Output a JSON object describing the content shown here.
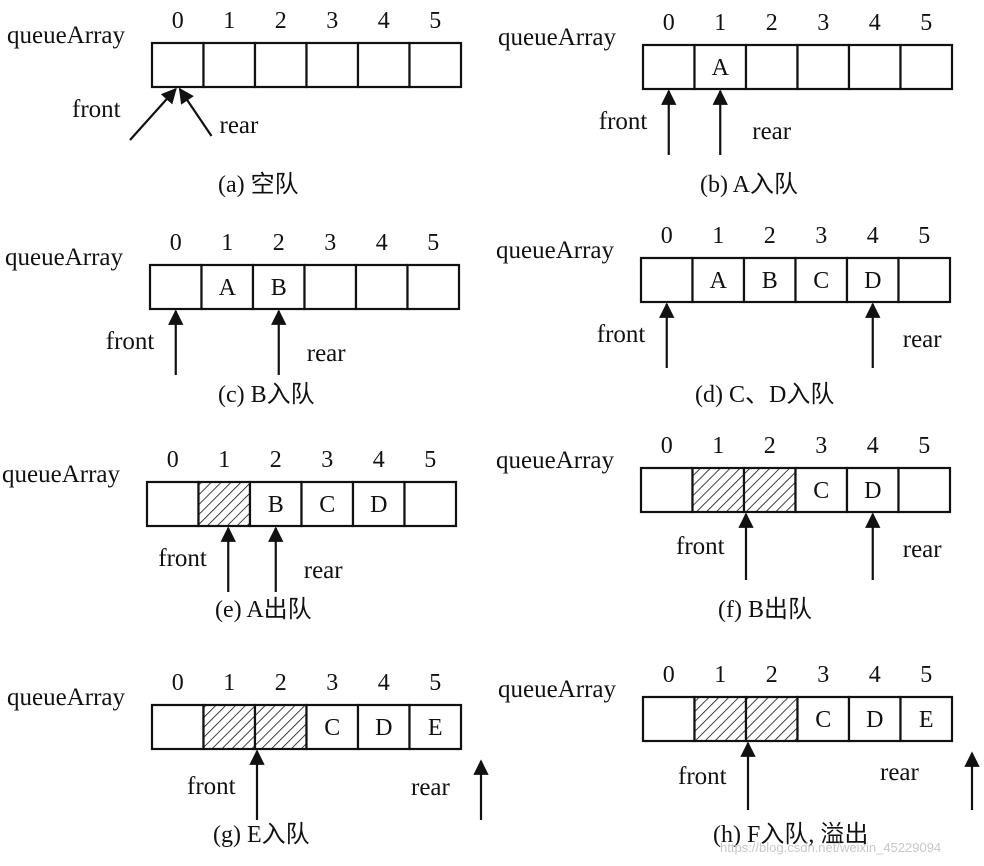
{
  "array_name": "queueArray",
  "indices": [
    "0",
    "1",
    "2",
    "3",
    "4",
    "5"
  ],
  "pointer_labels": {
    "front": "front",
    "rear": "rear"
  },
  "panels": [
    {
      "id": "a",
      "caption": "(a)  空队",
      "cells": [
        "",
        "",
        "",
        "",
        "",
        ""
      ],
      "dequeued": [],
      "front_index": 0,
      "rear_index": 0
    },
    {
      "id": "b",
      "caption": "(b)  A入队",
      "cells": [
        "",
        "A",
        "",
        "",
        "",
        ""
      ],
      "dequeued": [],
      "front_index": 0,
      "rear_index": 1
    },
    {
      "id": "c",
      "caption": "(c)  B入队",
      "cells": [
        "",
        "A",
        "B",
        "",
        "",
        ""
      ],
      "dequeued": [],
      "front_index": 0,
      "rear_index": 2
    },
    {
      "id": "d",
      "caption": "(d)  C、D入队",
      "cells": [
        "",
        "A",
        "B",
        "C",
        "D",
        ""
      ],
      "dequeued": [],
      "front_index": 0,
      "rear_index": 4
    },
    {
      "id": "e",
      "caption": "(e)  A出队",
      "cells": [
        "",
        "",
        "B",
        "C",
        "D",
        ""
      ],
      "dequeued": [
        1
      ],
      "front_index": 1,
      "rear_index": 2
    },
    {
      "id": "f",
      "caption": "(f)  B出队",
      "cells": [
        "",
        "",
        "",
        "C",
        "D",
        ""
      ],
      "dequeued": [
        1,
        2
      ],
      "front_index": 2,
      "rear_index": 4
    },
    {
      "id": "g",
      "caption": "(g)  E入队",
      "cells": [
        "",
        "",
        "",
        "C",
        "D",
        "E"
      ],
      "dequeued": [
        1,
        2
      ],
      "front_index": 2,
      "rear_index": 6
    },
    {
      "id": "h",
      "caption": "(h)  F入队,  溢出",
      "cells": [
        "",
        "",
        "",
        "C",
        "D",
        "E"
      ],
      "dequeued": [
        1,
        2
      ],
      "front_index": 2,
      "rear_index": 6
    }
  ],
  "watermark": "https://blog.csdn.net/weixin_45229094"
}
